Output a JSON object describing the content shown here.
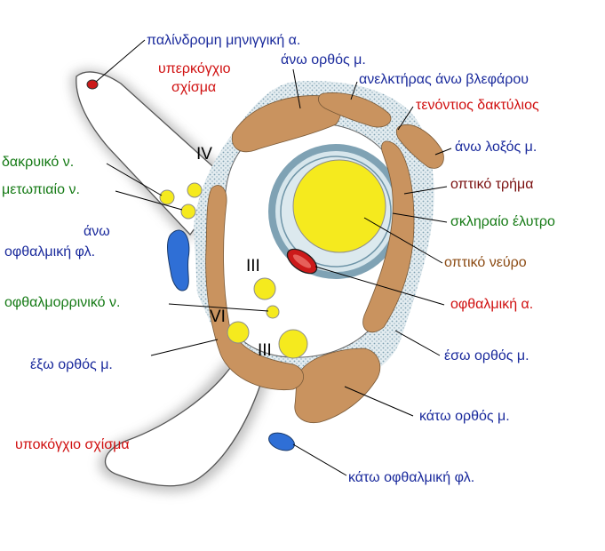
{
  "colors": {
    "blue": "#1a2a9c",
    "red": "#d01010",
    "green": "#157a15",
    "brown": "#8b4a12",
    "maroon": "#7a1010",
    "muscle": "#c9935f",
    "vein": "#2f6fd6",
    "nerve": "#f5ea1e",
    "background_dots": "#7d9fb0"
  },
  "labels": {
    "recurrent_meningeal_artery": "παλίνδρομη μηνιγγική α.",
    "superior_orbital_fissure_1": "υπερκόγχιο",
    "superior_orbital_fissure_2": "σχίσμα",
    "superior_rectus": "άνω ορθός μ.",
    "levator_palpebrae": "ανελκτήρας άνω βλεφάρου",
    "tendinous_ring": "τενόντιος δακτύλιος",
    "superior_oblique": "άνω λοξός μ.",
    "lacrimal_nerve": "δακρυικό ν.",
    "frontal_nerve": "μετωπιαίο ν.",
    "optic_canal": "οπτικό τρήμα",
    "scleral_sheath": "σκληραίο έλυτρο",
    "superior_ophthalmic_vein_1": "άνω",
    "superior_ophthalmic_vein_2": "οφθαλμική φλ.",
    "optic_nerve": "οπτικό νεύρο",
    "nasociliary_nerve": "οφθαλμορρινικό ν.",
    "ophthalmic_artery": "οφθαλμική α.",
    "lateral_rectus": "έξω ορθός μ.",
    "medial_rectus": "έσω ορθός μ.",
    "inferior_rectus": "κάτω ορθός μ.",
    "inferior_orbital_fissure": "υποκόγχιο σχίσμα",
    "inferior_ophthalmic_vein": "κάτω οφθαλμική φλ.",
    "nerve_iv": "IV",
    "nerve_iii_upper": "III",
    "nerve_vi": "VI",
    "nerve_iii_lower": "III"
  }
}
